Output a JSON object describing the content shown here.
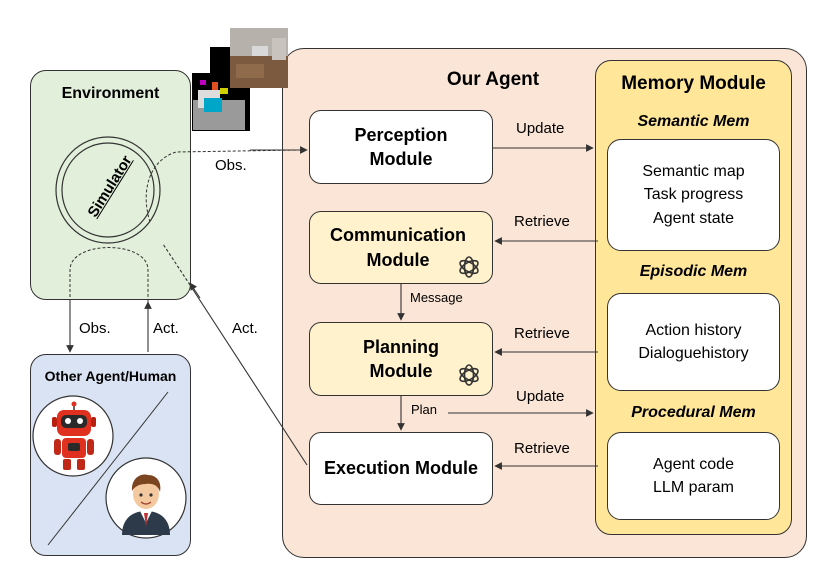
{
  "environment": {
    "title": "Environment",
    "simulator": "Simulator"
  },
  "other_agent": {
    "title": "Other Agent/Human"
  },
  "agent": {
    "title": "Our Agent"
  },
  "modules": {
    "perception": [
      "Perception",
      "Module"
    ],
    "communication": [
      "Communication",
      "Module"
    ],
    "planning": [
      "Planning",
      "Module"
    ],
    "execution": "Execution Module"
  },
  "memory": {
    "title": "Memory Module",
    "semantic": {
      "label": "Semantic Mem",
      "items": [
        "Semantic map",
        "Task progress",
        "Agent state"
      ]
    },
    "episodic": {
      "label": "Episodic Mem",
      "items": [
        "Action history",
        "Dialoguehistory"
      ]
    },
    "procedural": {
      "label": "Procedural Mem",
      "items": [
        "Agent code",
        "LLM param"
      ]
    }
  },
  "edges": {
    "obs_top": "Obs.",
    "obs_left": "Obs.",
    "act_left": "Act.",
    "act_diag": "Act.",
    "update_top": "Update",
    "retrieve_1": "Retrieve",
    "retrieve_2": "Retrieve",
    "retrieve_3": "Retrieve",
    "message": "Message",
    "plan": "Plan",
    "update_bottom": "Update"
  },
  "icons": {
    "llm": "openai-logo-icon",
    "robot": "robot-icon",
    "human": "human-avatar-icon"
  },
  "colors": {
    "env_bg": "#e2efda",
    "other_bg": "#dae3f3",
    "agent_bg": "#fbe5d6",
    "memory_bg": "#ffe699",
    "module_yellow": "#fff2cc"
  }
}
